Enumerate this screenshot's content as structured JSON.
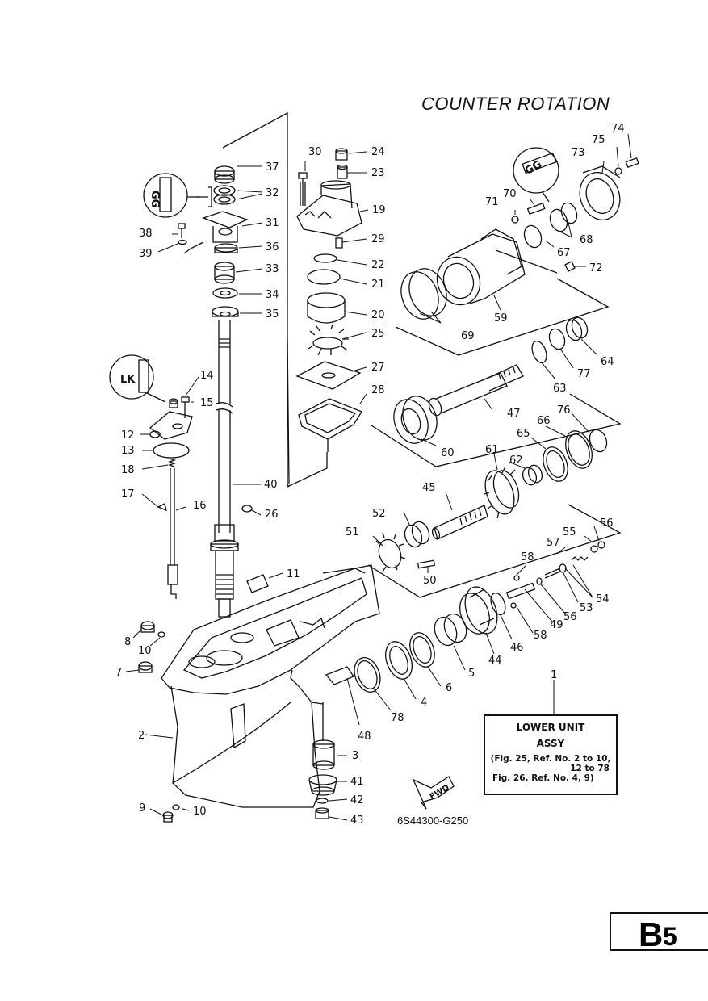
{
  "title": "COUNTER ROTATION",
  "drawing_code": "6S44300-G250",
  "page_tab": {
    "letter": "B",
    "number": "5"
  },
  "assy_box": {
    "ref_no": "1",
    "line1": "LOWER UNIT",
    "line2": "ASSY",
    "line3": "(Fig. 25, Ref. No. 2 to 10,",
    "line4": "12 to 78",
    "line5": "Fig. 26, Ref. No. 4, 9)"
  },
  "fwd_label": "FWD",
  "sealant_marks": [
    "GG",
    "LK",
    "GG"
  ],
  "part_numbers": [
    "2",
    "3",
    "4",
    "5",
    "6",
    "7",
    "8",
    "9",
    "10",
    "10",
    "11",
    "12",
    "13",
    "14",
    "15",
    "16",
    "17",
    "18",
    "19",
    "20",
    "21",
    "22",
    "23",
    "24",
    "25",
    "26",
    "27",
    "28",
    "29",
    "30",
    "31",
    "32",
    "33",
    "34",
    "35",
    "36",
    "37",
    "38",
    "39",
    "40",
    "41",
    "42",
    "43",
    "44",
    "45",
    "46",
    "47",
    "48",
    "49",
    "50",
    "51",
    "52",
    "53",
    "54",
    "55",
    "56",
    "56",
    "57",
    "58",
    "58",
    "59",
    "60",
    "61",
    "62",
    "63",
    "64",
    "65",
    "66",
    "67",
    "68",
    "69",
    "70",
    "71",
    "72",
    "73",
    "74",
    "75",
    "76",
    "77",
    "78"
  ]
}
